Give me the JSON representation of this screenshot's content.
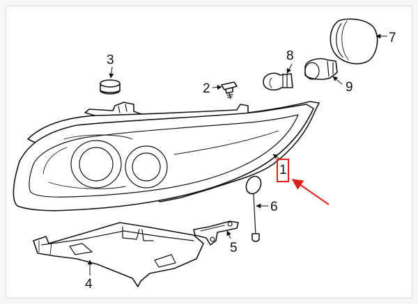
{
  "callouts": [
    {
      "id": "1",
      "text": "1"
    },
    {
      "id": "2",
      "text": "2"
    },
    {
      "id": "3",
      "text": "3"
    },
    {
      "id": "4",
      "text": "4"
    },
    {
      "id": "5",
      "text": "5"
    },
    {
      "id": "6",
      "text": "6"
    },
    {
      "id": "7",
      "text": "7"
    },
    {
      "id": "8",
      "text": "8"
    },
    {
      "id": "9",
      "text": "9"
    }
  ],
  "highlight": {
    "target_callout": "1",
    "box_color": "#e0201b",
    "arrow_color": "#e0201b"
  },
  "colors": {
    "line": "#111111",
    "background": "#ffffff"
  },
  "icons": {
    "arrowhead": "triangle-arrowhead"
  }
}
